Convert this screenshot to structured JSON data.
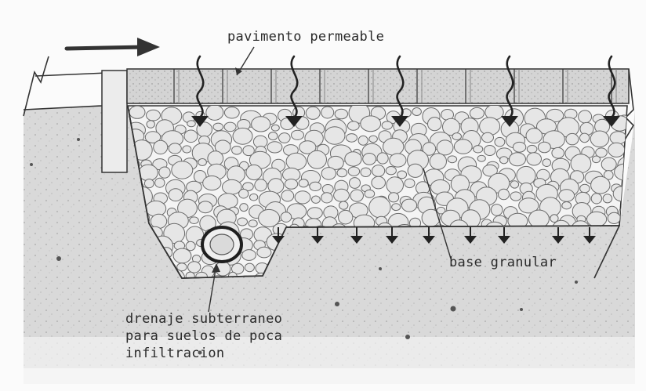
{
  "labels": {
    "pavement": "pavimento permeable",
    "base": "base granular",
    "drain_line1": "drenaje subterraneo",
    "drain_line2": "para suelos de poca",
    "drain_line3": "infiltracion"
  },
  "colors": {
    "soil": "#d9d9d9",
    "stone_fill": "#e6e6e6",
    "stone_stroke": "#6a6a6a",
    "pavement_block": "#d4d4d4",
    "ink": "#2a2a2a"
  },
  "icons": {
    "flow_arrow": "arrow-right-icon",
    "water_drop": "arrow-down-icon"
  }
}
